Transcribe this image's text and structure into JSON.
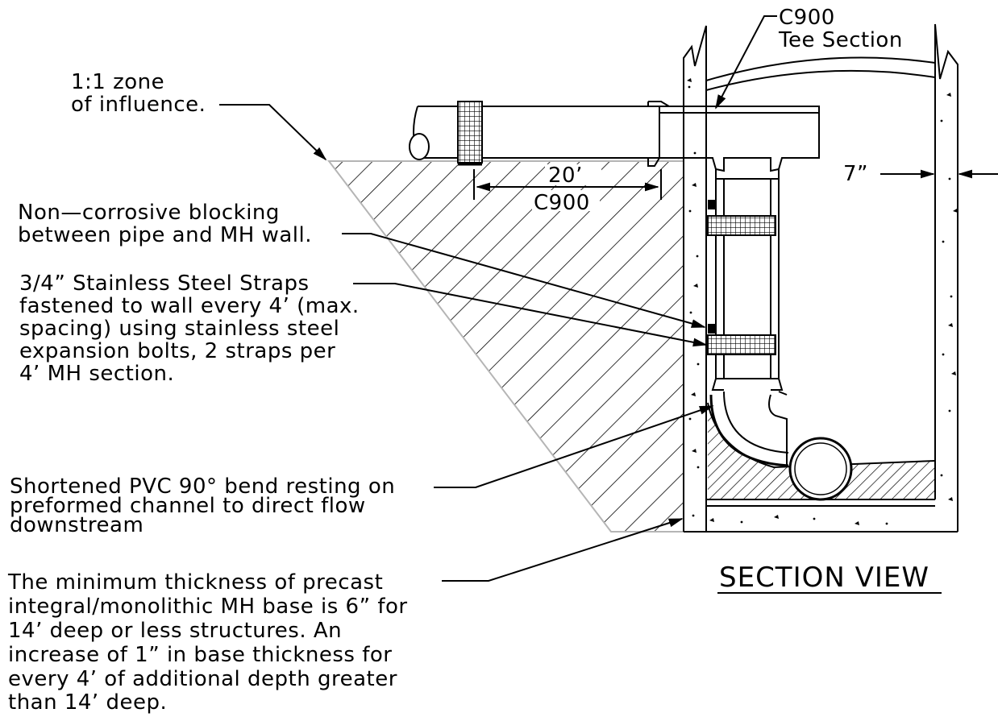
{
  "labels": {
    "zone": [
      "1:1 zone",
      "of influence."
    ],
    "tee": [
      "C900",
      "Tee Section"
    ],
    "blocking": [
      "Non—corrosive blocking",
      "between pipe and MH wall."
    ],
    "straps": [
      "3/4” Stainless Steel Straps",
      "fastened to wall every 4’ (max.",
      "spacing) using stainless steel",
      "expansion bolts, 2 straps per",
      "4’ MH section."
    ],
    "bend": [
      "Shortened PVC 90° bend resting on",
      "preformed channel to direct flow",
      "downstream"
    ],
    "base": [
      "The minimum thickness of precast",
      "integral/monolithic MH base is 6” for",
      "14’ deep or less structures. An",
      "increase of 1” in base thickness for",
      "every 4’ of additional depth greater",
      "than 14’ deep."
    ],
    "dim_length": "20’",
    "dim_material": "C900",
    "wall_thickness": "7”",
    "section_title": "SECTION VIEW"
  }
}
